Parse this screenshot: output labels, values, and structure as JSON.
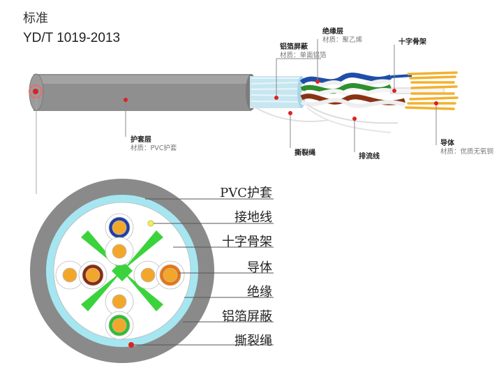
{
  "header": {
    "standard_label": "标准",
    "standard_code": "YD/T 1019-2013"
  },
  "side_view": {
    "callouts": {
      "jacket": {
        "title": "护套层",
        "material": "材质：PVC护套"
      },
      "foil": {
        "title": "铝箔屏蔽",
        "material": "材质：单面铝箔"
      },
      "insulation": {
        "title": "绝缘层",
        "material": "材质：聚乙烯"
      },
      "cross": {
        "title": "十字骨架",
        "material": ""
      },
      "conductor": {
        "title": "导体",
        "material": "材质：优质无氧铜"
      },
      "ripcord": {
        "title": "撕裂绳",
        "material": ""
      },
      "drain": {
        "title": "排流线",
        "material": ""
      }
    }
  },
  "cross_section": {
    "legend": [
      "PVC护套",
      "接地线",
      "十字骨架",
      "导体",
      "绝缘",
      "铝箔屏蔽",
      "撕裂绳"
    ]
  },
  "colors": {
    "jacket": "#8c8c8c",
    "foil_ring": "#9fe4ee",
    "cross": "#33cc33",
    "conductor": "#f2a72b",
    "blue": "#2244aa",
    "brown": "#8b2a10",
    "orange": "#e8750e",
    "green": "#33bb33",
    "marker": "#e02020"
  }
}
